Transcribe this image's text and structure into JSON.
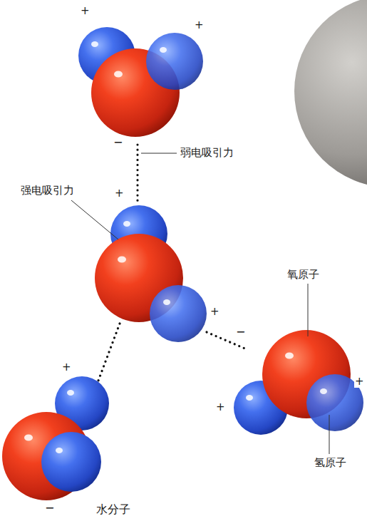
{
  "diagram": {
    "labels": [
      "+",
      "+",
      "−",
      "弱电吸引力",
      "强电吸引力",
      "+",
      "+",
      "−",
      "氧原子",
      "+",
      "+",
      "+",
      "氢原子",
      "−",
      "水分子"
    ]
  }
}
